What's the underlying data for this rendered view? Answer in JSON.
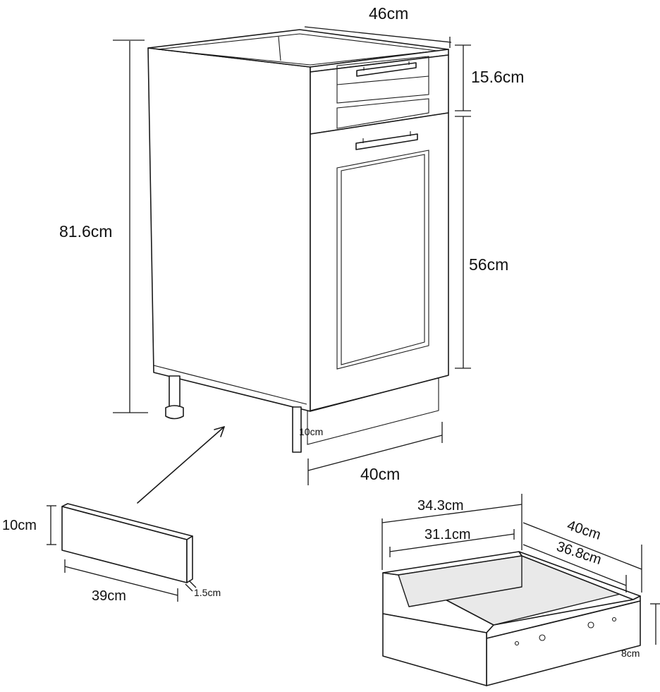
{
  "cabinet": {
    "width_top": "46cm",
    "drawer_front_height": "15.6cm",
    "total_height": "81.6cm",
    "door_height": "56cm",
    "plinth_height": "10cm",
    "width_front": "40cm"
  },
  "plinth_board": {
    "height": "10cm",
    "length": "39cm",
    "thickness": "1.5cm"
  },
  "drawer_box": {
    "outer_width": "34.3cm",
    "inner_width": "31.1cm",
    "outer_depth": "40cm",
    "inner_depth": "36.8cm",
    "height": "8cm"
  }
}
